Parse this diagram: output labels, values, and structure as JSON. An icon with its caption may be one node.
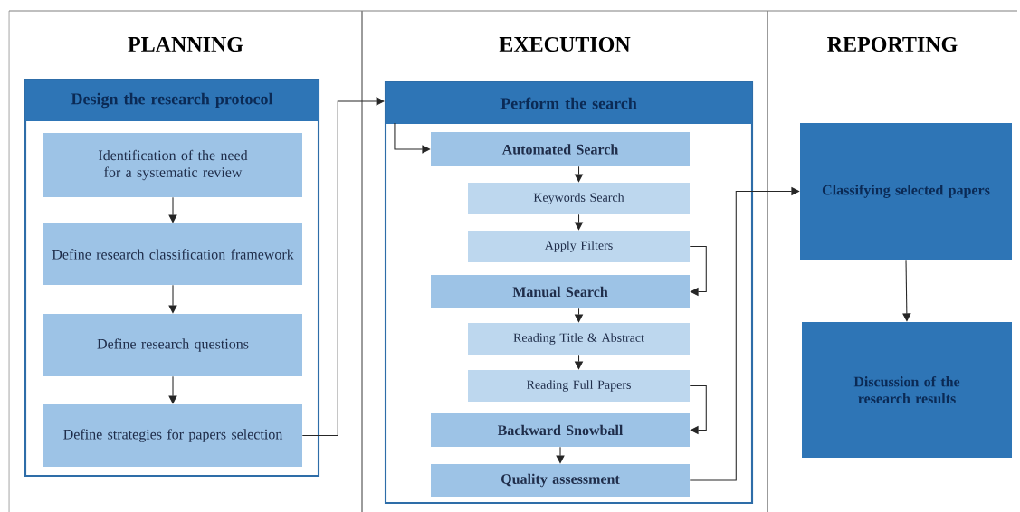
{
  "diagram": {
    "nodes": [
      {
        "text": [
          "PLANNING"
        ]
      },
      {
        "text": [
          "Design the research protocol"
        ],
        "in": 0
      },
      {
        "text": [
          "Identification of the need for a systematic review"
        ],
        "in": 1
      },
      {
        "text": [
          "Define research classification framework"
        ],
        "in": 1
      },
      {
        "text": [
          "Define research questions"
        ],
        "in": 1
      },
      {
        "text": [
          "Define strategies for papers selection"
        ],
        "in": 1
      },
      {
        "text": [
          "EXECUTION"
        ]
      },
      {
        "text": [
          "Perform the search"
        ],
        "in": 6
      },
      {
        "text": [
          "Automated Search"
        ],
        "in": 7
      },
      {
        "text": [
          "Keywords Search"
        ],
        "in": 7
      },
      {
        "text": [
          "Apply Filters"
        ],
        "in": 7
      },
      {
        "text": [
          "Manual Search"
        ],
        "in": 7
      },
      {
        "text": [
          "Reading Title & Abstract"
        ],
        "in": 7
      },
      {
        "text": [
          "Reading Full Papers"
        ],
        "in": 7
      },
      {
        "text": [
          "Backward Snowball"
        ],
        "in": 7
      },
      {
        "text": [
          "Quality assessment"
        ],
        "in": 7
      },
      {
        "text": [
          "REPORTING"
        ]
      },
      {
        "text": [
          "Classifying selected papers"
        ],
        "in": 16
      },
      {
        "text": [
          "Discussion of the research results"
        ],
        "in": 16
      }
    ],
    "edges": [
      {
        "from": 2,
        "to": 3,
        "arrow": "to"
      },
      {
        "from": 3,
        "to": 4,
        "arrow": "to"
      },
      {
        "from": 4,
        "to": 5,
        "arrow": "to"
      },
      {
        "from": 5,
        "to": 7,
        "arrow": "to"
      },
      {
        "from": 7,
        "to": 8,
        "arrow": "to"
      },
      {
        "from": 8,
        "to": 9,
        "arrow": "to"
      },
      {
        "from": 9,
        "to": 10,
        "arrow": "to"
      },
      {
        "from": 10,
        "to": 11,
        "arrow": "to"
      },
      {
        "from": 11,
        "to": 12,
        "arrow": "to"
      },
      {
        "from": 12,
        "to": 13,
        "arrow": "to"
      },
      {
        "from": 13,
        "to": 14,
        "arrow": "to"
      },
      {
        "from": 14,
        "to": 15,
        "arrow": "to"
      },
      {
        "from": 15,
        "to": 17,
        "arrow": "to"
      },
      {
        "from": 17,
        "to": 18,
        "arrow": "to"
      }
    ]
  }
}
